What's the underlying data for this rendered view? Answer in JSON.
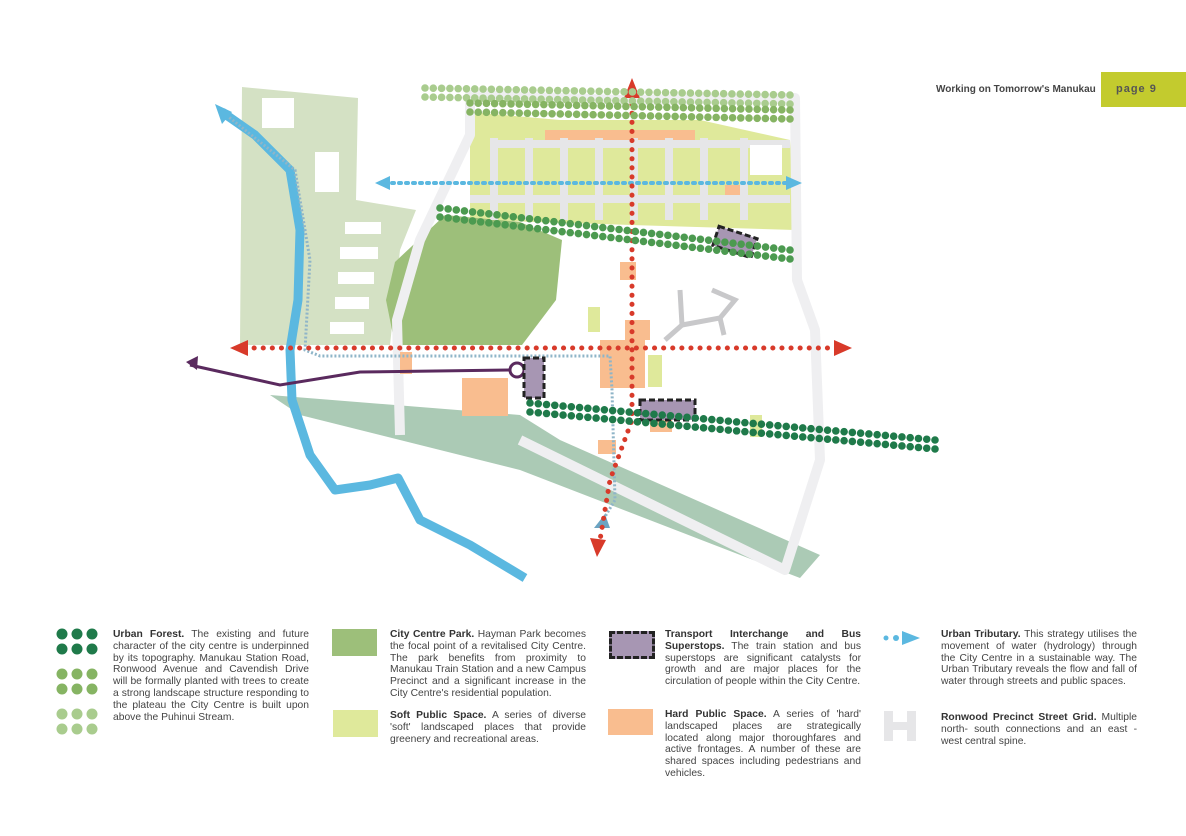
{
  "header": {
    "title": "Working on Tomorrow's Manukau",
    "page": "page 9"
  },
  "colors": {
    "accent": "#c3cb2e",
    "forest_dark": "#1f7a4a",
    "forest_mid": "#7fb05a",
    "forest_light": "#a6c98a",
    "park": "#9dbf7a",
    "soft": "#dfe99b",
    "hard": "#f9bd8f",
    "transport": "#a796b3",
    "tributary": "#5bb8e0",
    "spine": "#d83a2a",
    "grid": "#e6e6e8",
    "stream": "#5bb8e0",
    "purple_route": "#5a2a5e"
  },
  "legend": [
    {
      "title": "Urban Forest.",
      "text": " The existing and future character of the city centre is underpinned by its topography. Manukau Station Road, Ronwood Avenue and Cavendish Drive will be formally planted with trees to create a strong landscape structure responding to the plateau the City Centre is built upon above the Puhinui Stream."
    },
    {
      "title": "City Centre Park.",
      "text": " Hayman Park becomes the focal point of a revitalised City Centre. The park benefits from proximity to Manukau Train Station and a new Campus Precinct and a significant increase in the City Centre's residential population."
    },
    {
      "title": "Soft Public Space.",
      "text": " A series of diverse 'soft' landscaped places that provide greenery and recreational areas."
    },
    {
      "title": "Transport Interchange and Bus Superstops.",
      "text": " The train station and bus superstops are significant catalysts for growth and are major places for the circulation of people within the City Centre."
    },
    {
      "title": "Hard Public Space.",
      "text": " A series of 'hard' landscaped places are strategically located along major thoroughfares and active frontages. A number of these are shared spaces including pedestrians and vehicles."
    },
    {
      "title": "Urban Tributary.",
      "text": " This strategy utilises the movement of water (hydrology) through the City Centre in a sustainable way. The Urban Tributary reveals the flow and fall of water through streets and public spaces."
    },
    {
      "title": "Ronwood Precinct Street Grid.",
      "text": " Multiple north- south connections and an east - west central spine."
    }
  ]
}
